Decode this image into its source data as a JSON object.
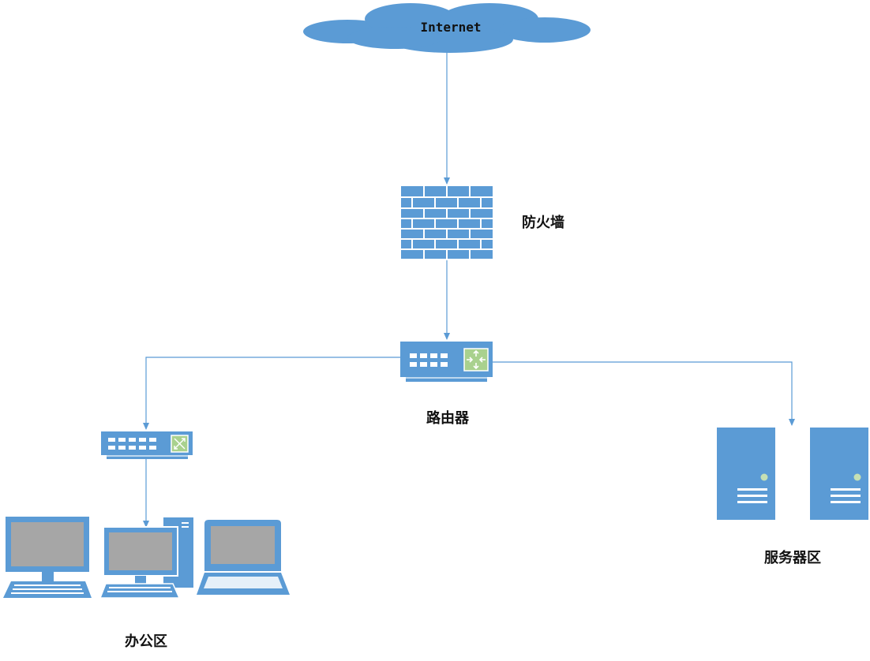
{
  "labels": {
    "internet": "Internet",
    "firewall": "防火墙",
    "router": "路由器",
    "office": "办公区",
    "servers": "服务器区"
  },
  "colors": {
    "device_blue": "#5b9bd5",
    "screen_gray": "#a6a6a6",
    "accent_green": "#a9d18e",
    "led_green": "#c5e0b4",
    "line_blue": "#5b9bd5"
  }
}
